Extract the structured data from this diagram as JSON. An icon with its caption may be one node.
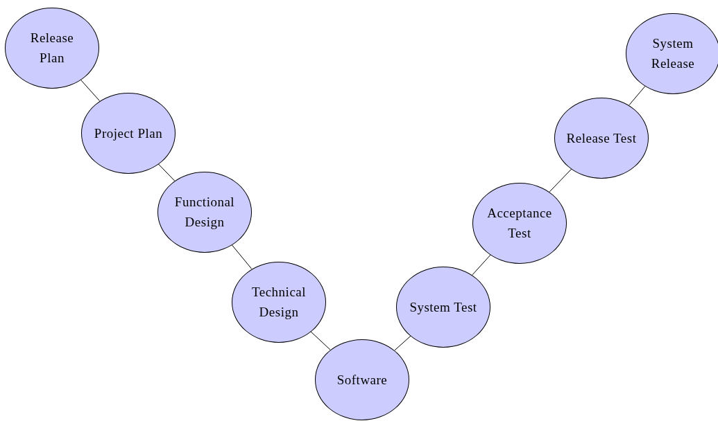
{
  "diagram": {
    "nodes": [
      {
        "text": [
          "Release Plan"
        ]
      },
      {
        "text": [
          "Project Plan"
        ]
      },
      {
        "text": [
          "Functional Design"
        ]
      },
      {
        "text": [
          "Technical Design"
        ]
      },
      {
        "text": [
          "Software"
        ]
      },
      {
        "text": [
          "System Test"
        ]
      },
      {
        "text": [
          "Acceptance Test"
        ]
      },
      {
        "text": [
          "Release Test"
        ]
      },
      {
        "text": [
          "System Release"
        ]
      }
    ],
    "edges": [
      {
        "from": 0,
        "to": 1,
        "arrow": "none"
      },
      {
        "from": 1,
        "to": 2,
        "arrow": "none"
      },
      {
        "from": 2,
        "to": 3,
        "arrow": "none"
      },
      {
        "from": 3,
        "to": 4,
        "arrow": "none"
      },
      {
        "from": 4,
        "to": 5,
        "arrow": "none"
      },
      {
        "from": 5,
        "to": 6,
        "arrow": "none"
      },
      {
        "from": 6,
        "to": 7,
        "arrow": "none"
      },
      {
        "from": 7,
        "to": 8,
        "arrow": "none"
      }
    ]
  }
}
